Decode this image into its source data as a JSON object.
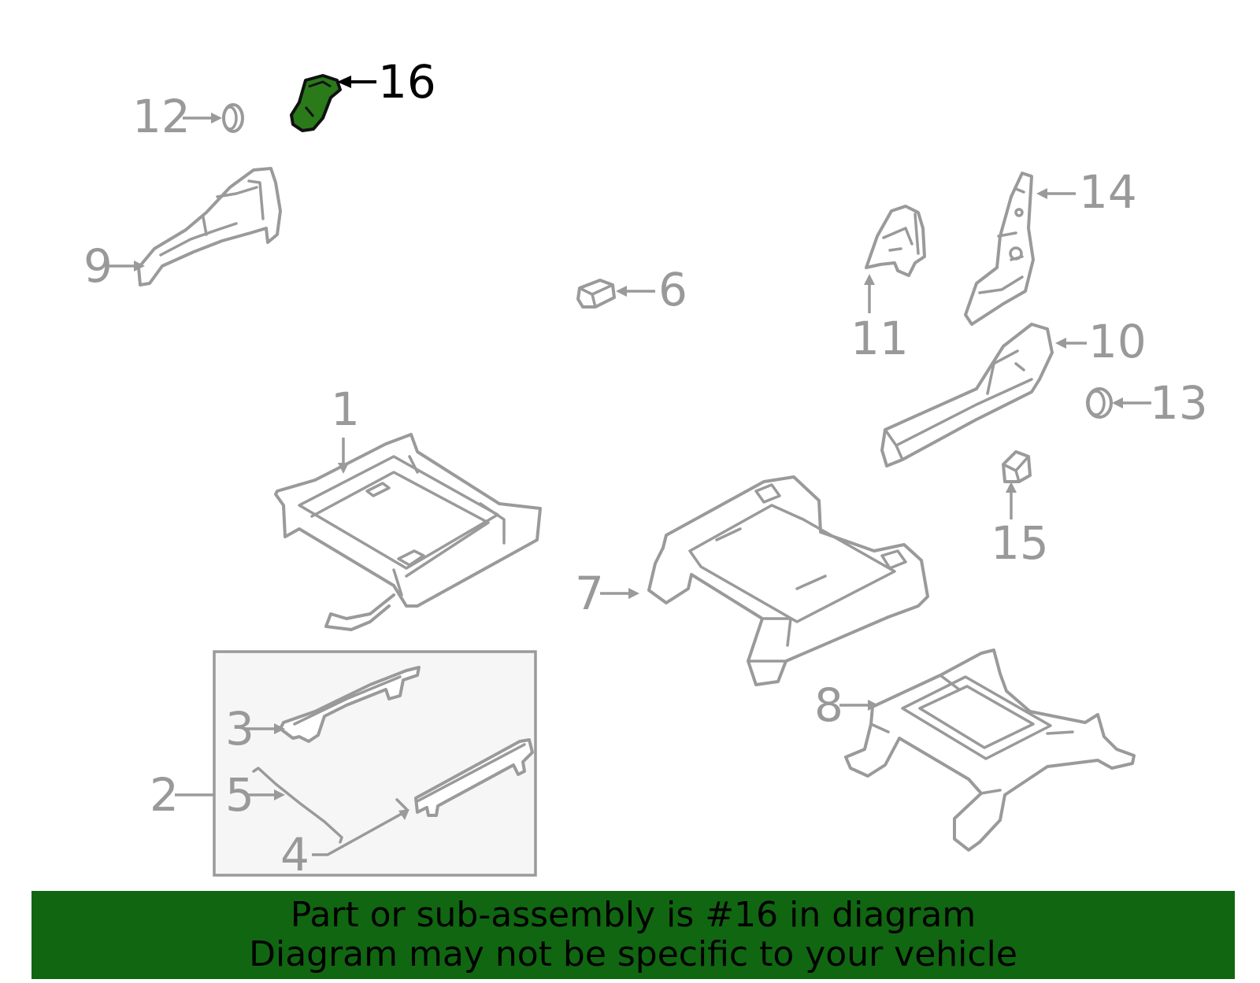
{
  "diagram": {
    "labels": {
      "l1": "1",
      "l2": "2",
      "l3": "3",
      "l4": "4",
      "l5": "5",
      "l6": "6",
      "l7": "7",
      "l8": "8",
      "l9": "9",
      "l10": "10",
      "l11": "11",
      "l12": "12",
      "l13": "13",
      "l14": "14",
      "l15": "15",
      "l16": "16"
    },
    "highlighted_part": "16",
    "colors": {
      "highlight": "#2a7a1a",
      "line": "#9a9a9a",
      "banner_bg": "#116611",
      "inset_bg": "#f6f6f6"
    }
  },
  "banner": {
    "line1": "Part or sub-assembly is #16 in diagram",
    "line2": "Diagram may not be specific to your vehicle"
  }
}
